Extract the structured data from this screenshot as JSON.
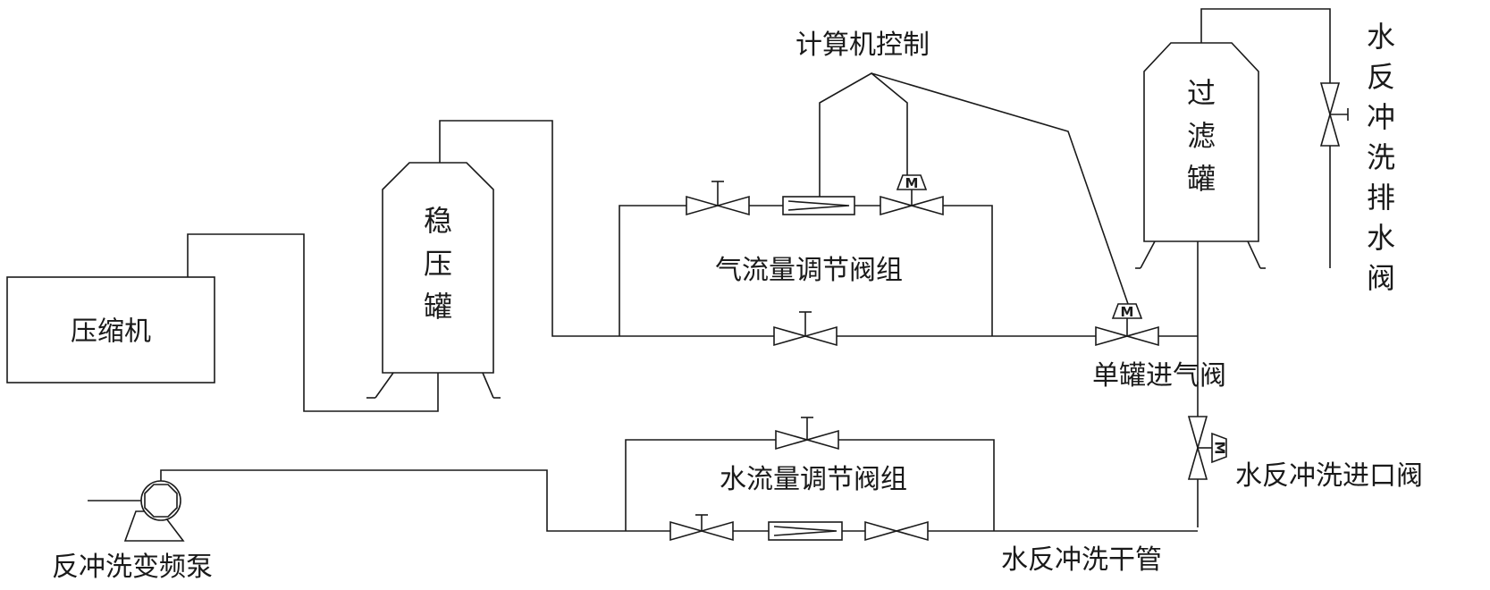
{
  "labels": {
    "computer_control": "计算机控制",
    "compressor": "压缩机",
    "surge_tank": [
      "稳",
      "压",
      "罐"
    ],
    "filter_tank": [
      "过",
      "滤",
      "罐"
    ],
    "air_flow_valve_group": "气流量调节阀组",
    "single_tank_inlet_valve": "单罐进气阀",
    "water_flow_valve_group": "水流量调节阀组",
    "water_backwash_inlet_valve": "水反冲洗进口阀",
    "water_backwash_main_pipe": "水反冲洗干管",
    "backwash_vfd_pump": "反冲洗变频泵",
    "water_backwash_drain_valve": [
      "水",
      "反",
      "冲",
      "洗",
      "排",
      "水",
      "阀"
    ],
    "motor_symbol": "M"
  }
}
